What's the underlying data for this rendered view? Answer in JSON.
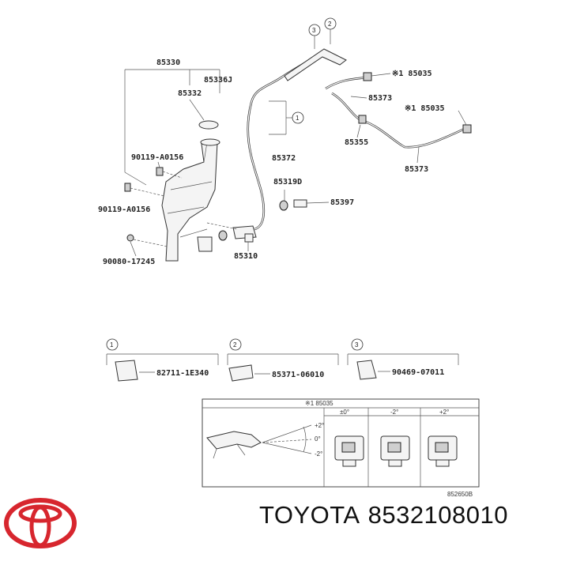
{
  "labels": {
    "p85330": "85330",
    "p85336j": "85336J",
    "p85332": "85332",
    "p90119a": "90119-A0156",
    "p90119b": "90119-A0156",
    "p90080": "90080-17245",
    "p85310": "85310",
    "p85372": "85372",
    "p85319d": "85319D",
    "p85397": "85397",
    "p85355": "85355",
    "p85373a": "85373",
    "p85373b": "85373",
    "p85035a": "※1 85035",
    "p85035b": "※1 85035"
  },
  "callouts": [
    "1",
    "2",
    "3"
  ],
  "legend": {
    "item1": {
      "num": "1",
      "part": "82711-1E340"
    },
    "item2": {
      "num": "2",
      "part": "85371-06010"
    },
    "item3": {
      "num": "3",
      "part": "90469-07011"
    }
  },
  "nozzle_table": {
    "header": "※1 85035",
    "columns": [
      "±0°",
      "-2°",
      "+2°"
    ],
    "angles": [
      "+2°",
      "0°",
      "-2°"
    ]
  },
  "drawing_code": "852650B",
  "brand": {
    "name": "TOYOTA",
    "part_number": "8532108010"
  },
  "colors": {
    "logo_red": "#d7262e",
    "line": "#333333"
  }
}
